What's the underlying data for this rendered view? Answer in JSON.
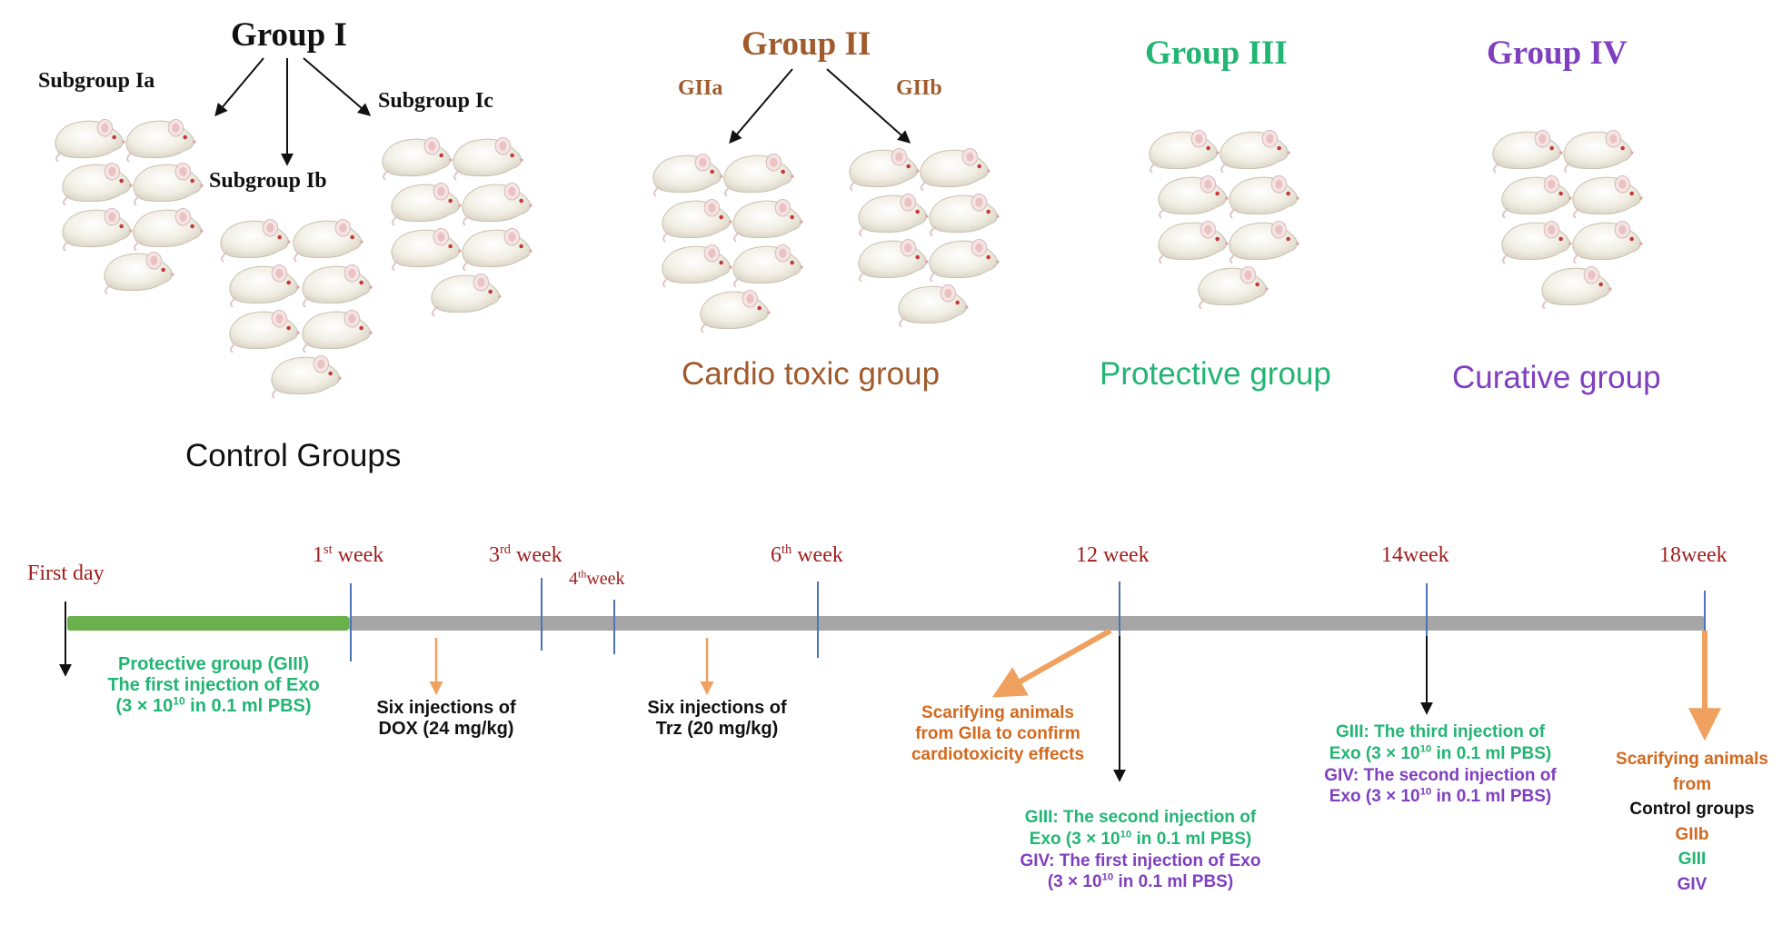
{
  "groups": {
    "g1": {
      "title": "Group I",
      "ia": "Subgroup Ia",
      "ib": "Subgroup Ib",
      "ic": "Subgroup Ic",
      "label": "Control Groups"
    },
    "g2": {
      "title": "Group II",
      "a": "GIIa",
      "b": "GIIb",
      "label": "Cardio toxic group"
    },
    "g3": {
      "title": "Group III",
      "label": "Protective group"
    },
    "g4": {
      "title": "Group IV",
      "label": "Curative group"
    }
  },
  "timeline": {
    "first_day": "First day",
    "w1": {
      "num": "1",
      "sup": "st",
      "rest": " week"
    },
    "w3": {
      "num": "3",
      "sup": "rd",
      "rest": " week"
    },
    "w4": {
      "num": "4",
      "sup": "th",
      "rest": "week"
    },
    "w6": {
      "num": "6",
      "sup": "th",
      "rest": " week"
    },
    "w12": "12 week",
    "w14": "14week",
    "w18": "18week"
  },
  "notes": {
    "protective_line1": "Protective group (GIII)",
    "protective_line2": "The first injection of Exo",
    "protective_line3_pre": "(3 × 10",
    "protective_line3_sup": "10",
    "protective_line3_post": " in 0.1 ml PBS)",
    "dox_line1": "Six injections of",
    "dox_line2": "DOX (24 mg/kg)",
    "trz_line1": "Six injections of",
    "trz_line2": "Trz (20 mg/kg)",
    "sac_line1": "Scarifying animals",
    "sac_line2": "from GIIa to confirm",
    "sac_line3": "cardiotoxicity effects",
    "w12_giii_line1": "GIII: The second injection of",
    "w12_giii_line2_pre": "Exo (3 × 10",
    "w12_giii_line2_sup": "10",
    "w12_giii_line2_post": " in 0.1 ml PBS)",
    "w12_giv_line1": "GIV: The first injection of Exo",
    "w12_giv_line2_pre": "(3 × 10",
    "w12_giv_line2_sup": "10",
    "w12_giv_line2_post": " in 0.1 ml PBS)",
    "w14_giii_line1": "GIII: The third injection of",
    "w14_giii_line2_pre": "Exo (3 × 10",
    "w14_giii_line2_sup": "10",
    "w14_giii_line2_post": " in 0.1 ml PBS)",
    "w14_giv_line1": "GIV: The second injection of",
    "w14_giv_line2_pre": "Exo (3 × 10",
    "w14_giv_line2_sup": "10",
    "w14_giv_line2_post": " in 0.1 ml PBS)",
    "final_line1": "Scarifying animals",
    "final_line2": "from",
    "final_line3": "Control groups",
    "final_line4": "GIIb",
    "final_line5": "GIII",
    "final_line6": "GIV"
  },
  "colors": {
    "green_bar": "#6ab04c",
    "gray_bar": "#a6a6a6",
    "tick": "#4a74b5",
    "orange": "#f0a160",
    "black": "#111111"
  }
}
